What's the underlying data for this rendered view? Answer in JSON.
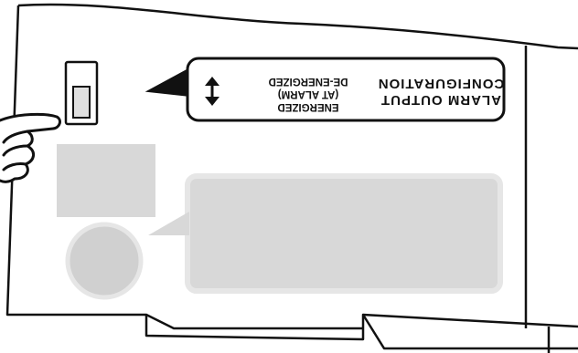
{
  "label": {
    "title_line1": "ALARM OUTPUT",
    "title_line2": "CONFIGURATION",
    "option_top": "ENERGIZED",
    "option_mid": "(AT ALARM)",
    "option_bottom": "DE-ENERGIZED"
  },
  "icons": {
    "pointer": "pointing-hand-icon",
    "toggle": "up-down-arrow-icon"
  },
  "colors": {
    "outline": "#111111",
    "panel_fill": "#d8d8d8",
    "panel_stroke": "#e6e6e6",
    "label_bg": "#ffffff"
  }
}
